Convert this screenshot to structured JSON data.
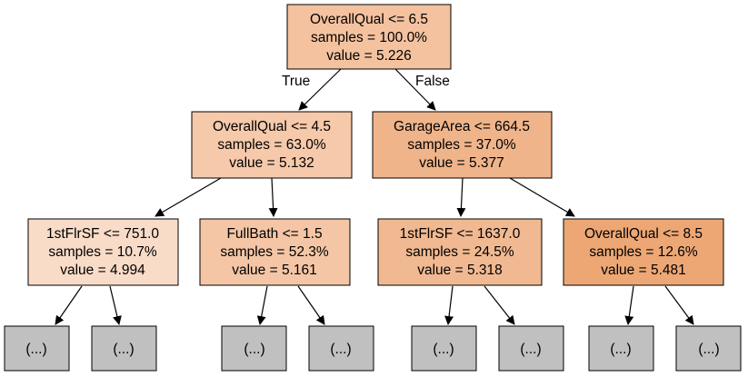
{
  "edge_labels": {
    "true_label": "True",
    "false_label": "False"
  },
  "nodes": [
    {
      "id": "root",
      "lines": [
        "OverallQual <= 6.5",
        "samples = 100.0%",
        "value = 5.226"
      ],
      "fill": "#f4c29f"
    },
    {
      "id": "n1",
      "lines": [
        "OverallQual <= 4.5",
        "samples = 63.0%",
        "value = 5.132"
      ],
      "fill": "#f5c9aa"
    },
    {
      "id": "n2",
      "lines": [
        "GarageArea <= 664.5",
        "samples = 37.0%",
        "value = 5.377"
      ],
      "fill": "#f0b48a"
    },
    {
      "id": "n3",
      "lines": [
        "1stFlrSF <= 751.0",
        "samples = 10.7%",
        "value = 4.994"
      ],
      "fill": "#f8dcc8"
    },
    {
      "id": "n4",
      "lines": [
        "FullBath <= 1.5",
        "samples = 52.3%",
        "value = 5.161"
      ],
      "fill": "#f4c6a5"
    },
    {
      "id": "n5",
      "lines": [
        "1stFlrSF <= 1637.0",
        "samples = 24.5%",
        "value = 5.318"
      ],
      "fill": "#f1b991"
    },
    {
      "id": "n6",
      "lines": [
        "OverallQual <= 8.5",
        "samples = 12.6%",
        "value = 5.481"
      ],
      "fill": "#eda774"
    }
  ],
  "leaves": {
    "label": "(...)",
    "count": 8,
    "fill": "#c0c0c0"
  }
}
